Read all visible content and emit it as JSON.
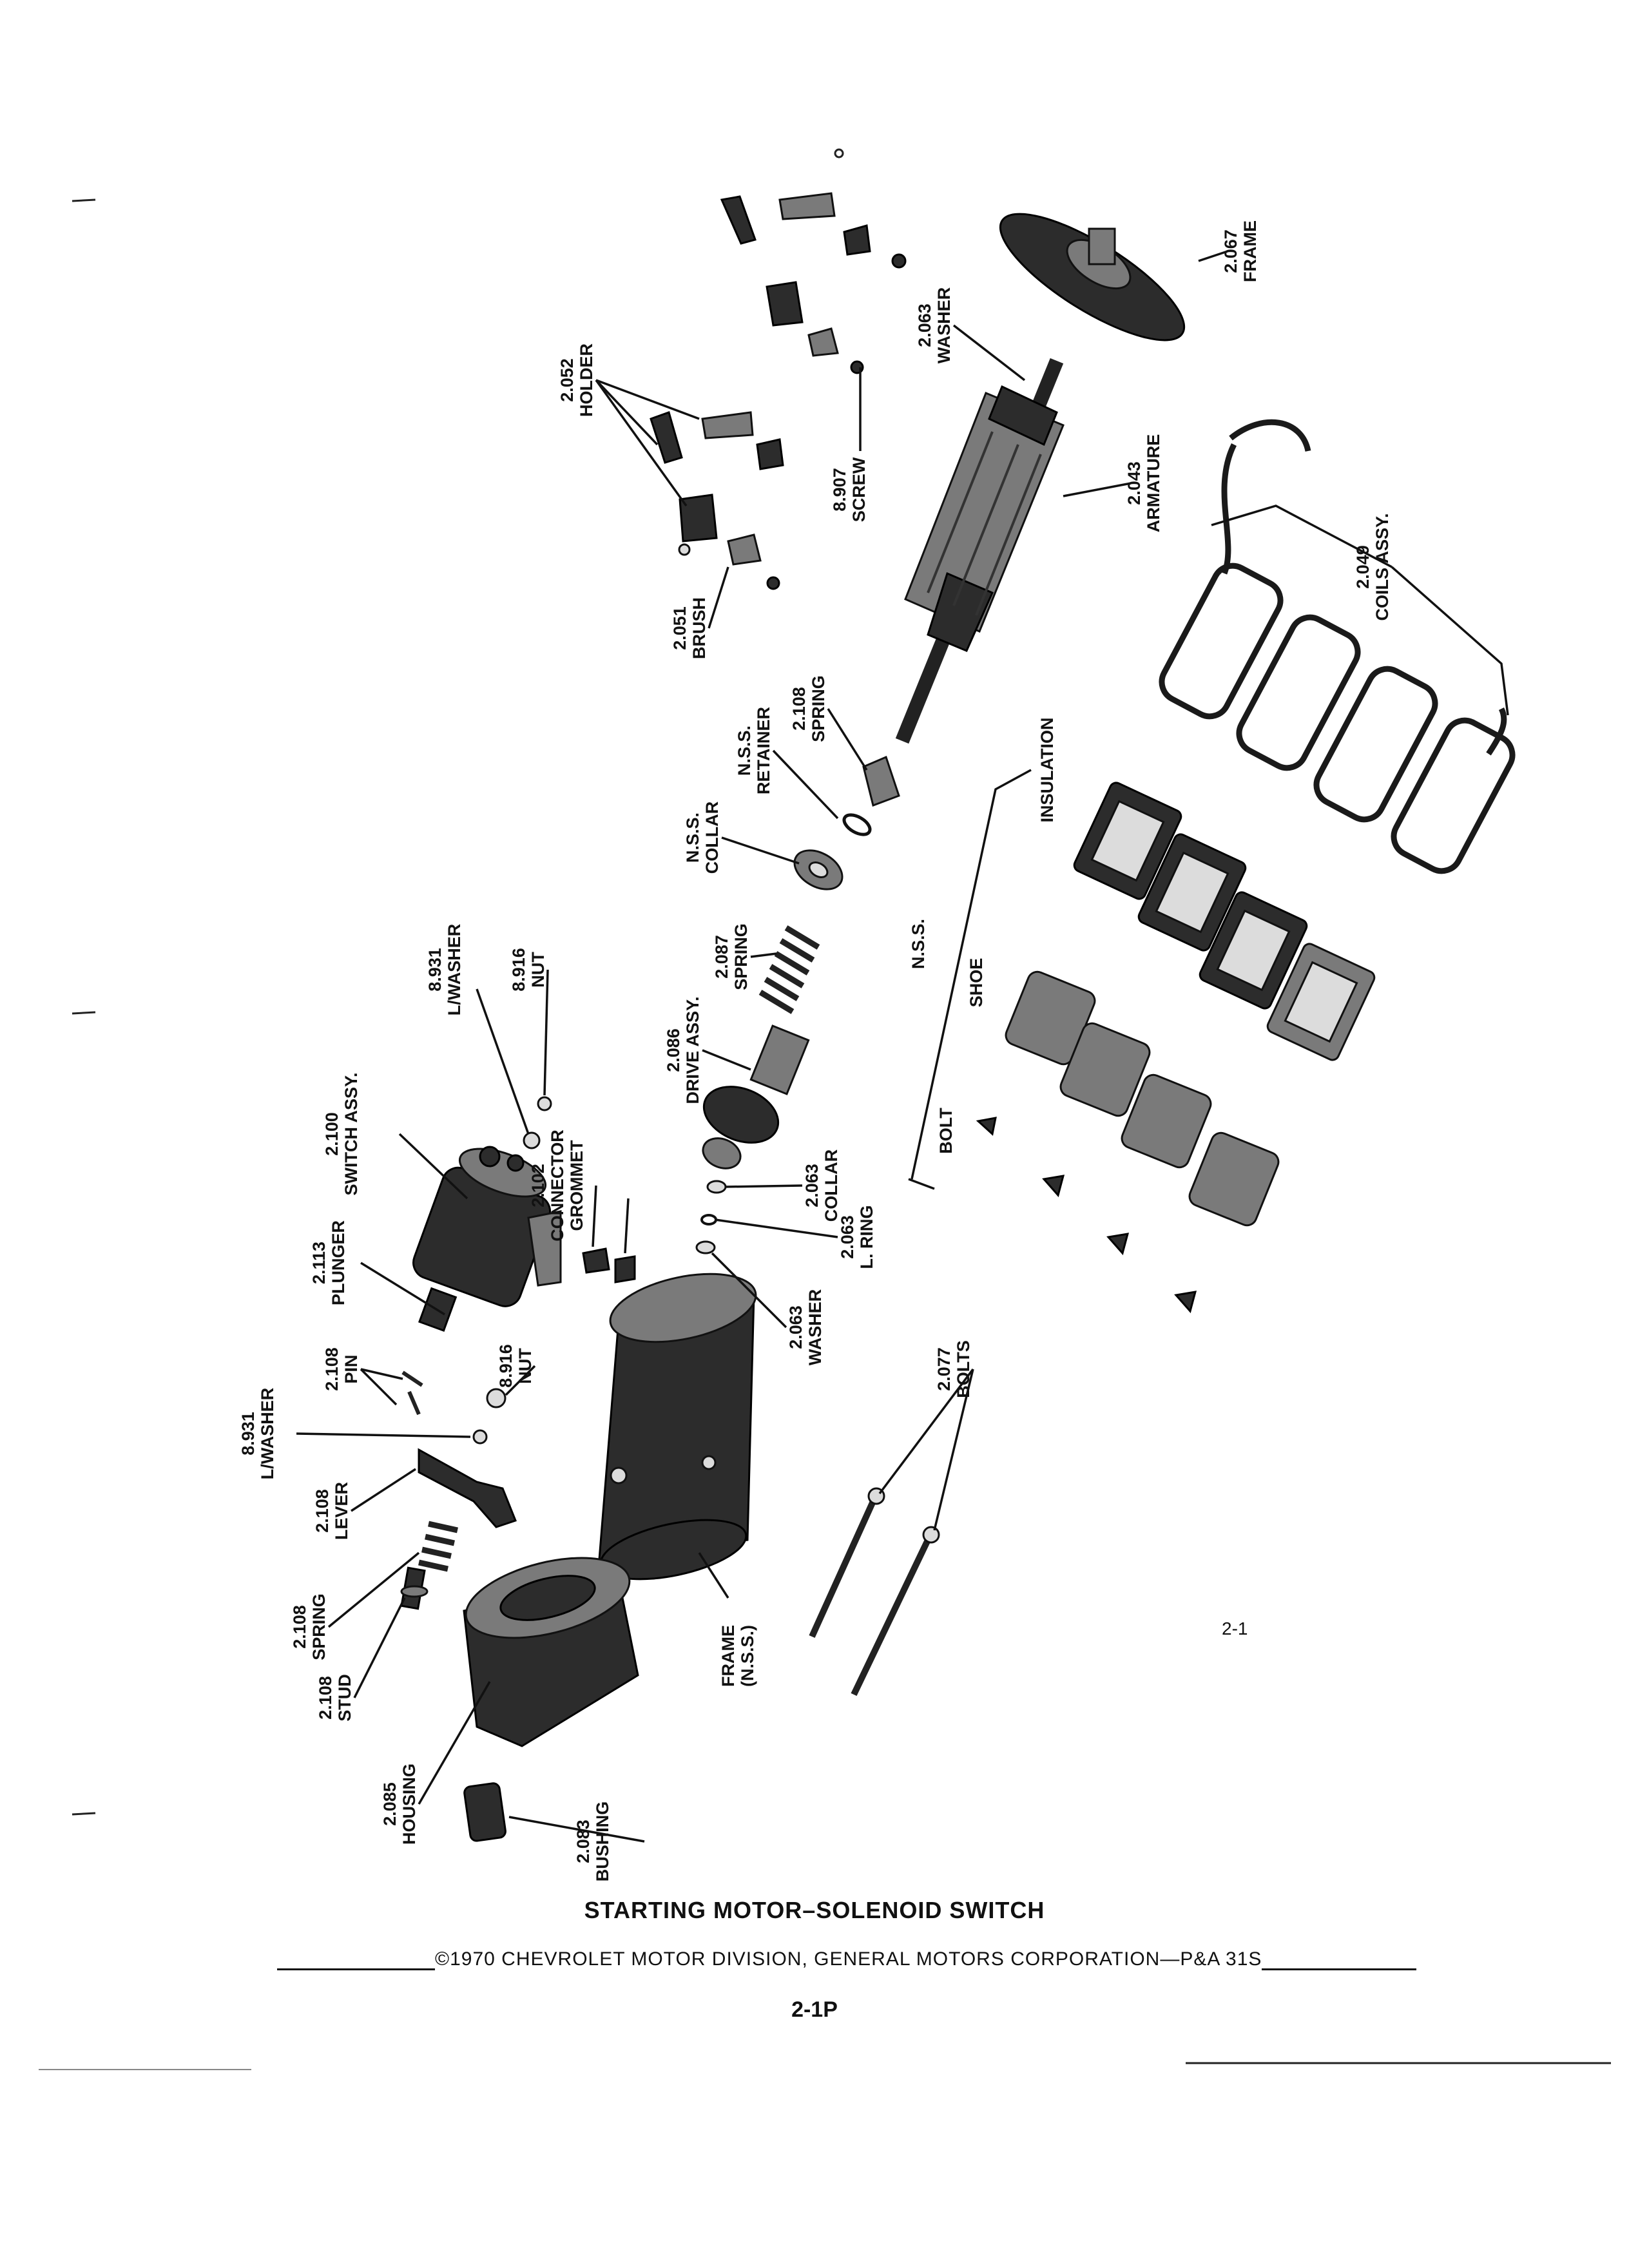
{
  "page": {
    "title": "STARTING MOTOR–SOLENOID SWITCH",
    "copyright": "©1970 CHEVROLET MOTOR DIVISION, GENERAL MOTORS CORPORATION—P&A 31S",
    "page_number": "2-1P",
    "figure_number": "2-1"
  },
  "labels": {
    "frame_2067": [
      "2.067",
      "FRAME"
    ],
    "washer_2063_top": [
      "2.063",
      "WASHER"
    ],
    "holder_2052": [
      "2.052",
      "HOLDER"
    ],
    "screw_8907": [
      "8.907",
      "SCREW"
    ],
    "armature_2043": [
      "2.043",
      "ARMATURE"
    ],
    "coils_2049": [
      "2.049",
      "COILS ASSY."
    ],
    "brush_2051": [
      "2.051",
      "BRUSH"
    ],
    "spring_2108_top": [
      "2.108",
      "SPRING"
    ],
    "retainer_nss": [
      "N.S.S.",
      "RETAINER"
    ],
    "collar_nss": [
      "N.S.S.",
      "COLLAR"
    ],
    "insulation": [
      "INSULATION"
    ],
    "spring_2087": [
      "2.087",
      "SPRING"
    ],
    "nss_shoe": [
      "N.S.S."
    ],
    "shoe": [
      "SHOE"
    ],
    "drive_2086": [
      "2.086",
      "DRIVE ASSY."
    ],
    "lwasher_8931_top": [
      "8.931",
      "L/WASHER"
    ],
    "nut_8916_top": [
      "8.916",
      "NUT"
    ],
    "bolt": [
      "BOLT"
    ],
    "switch_2100": [
      "2.100",
      "SWITCH ASSY."
    ],
    "connector_2102": [
      "2.102",
      "CONNECTOR",
      "GROMMET"
    ],
    "collar_2063": [
      "2.063",
      "COLLAR"
    ],
    "plunger_2113": [
      "2.113",
      "PLUNGER"
    ],
    "lring_2063": [
      "2.063",
      "L. RING"
    ],
    "pin_2108": [
      "2.108",
      "PIN"
    ],
    "nut_8916_bottom": [
      "8.916",
      "NUT"
    ],
    "washer_2063_bottom": [
      "2.063",
      "WASHER"
    ],
    "lwasher_8931_bottom": [
      "8.931",
      "L/WASHER"
    ],
    "bolts_2077": [
      "2.077",
      "BOLTS"
    ],
    "lever_2108": [
      "2.108",
      "LEVER"
    ],
    "spring_2108_bottom": [
      "2.108",
      "SPRING"
    ],
    "frame_nss": [
      "FRAME",
      "(N.S.S.)"
    ],
    "stud_2108": [
      "2.108",
      "STUD"
    ],
    "housing_2085": [
      "2.085",
      "HOUSING"
    ],
    "bushing_2083": [
      "2.083",
      "BUSHING"
    ]
  }
}
